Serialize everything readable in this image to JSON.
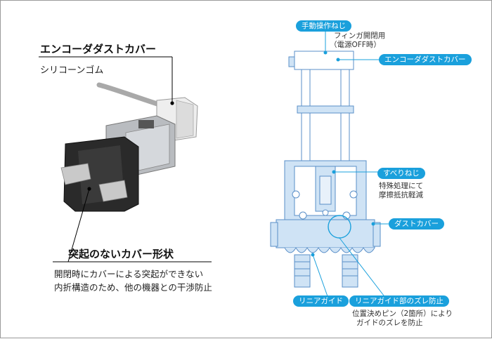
{
  "colors": {
    "accent": "#1aa0dc",
    "line": "#000000",
    "drawing": "#5a8fc8",
    "drawing_fill": "#cfe3f5"
  },
  "left": {
    "top_title": "エンコーダダストカバー",
    "top_sub": "シリコーンゴム",
    "bottom_title": "突起のないカバー形状",
    "bottom_line1": "開閉時にカバーによる突起ができない",
    "bottom_line2": "内折構造のため、他の機器との干渉防止"
  },
  "right": {
    "manual_screw": "手動操作ねじ",
    "finger_note1": "フィンガ開閉用",
    "finger_note2": "（電源OFF時）",
    "encoder_cover": "エンコーダダストカバー",
    "slide_screw": "すべりねじ",
    "slide_note1": "特殊処理にて",
    "slide_note2": "摩擦抵抗軽減",
    "dust_cover": "ダストカバー",
    "linear_guide": "リニアガイド",
    "guide_offset": "リニアガイド部のズレ防止",
    "pin_note1": "位置決めピン（2箇所）により",
    "pin_note2": "ガイドのズレを防止"
  }
}
